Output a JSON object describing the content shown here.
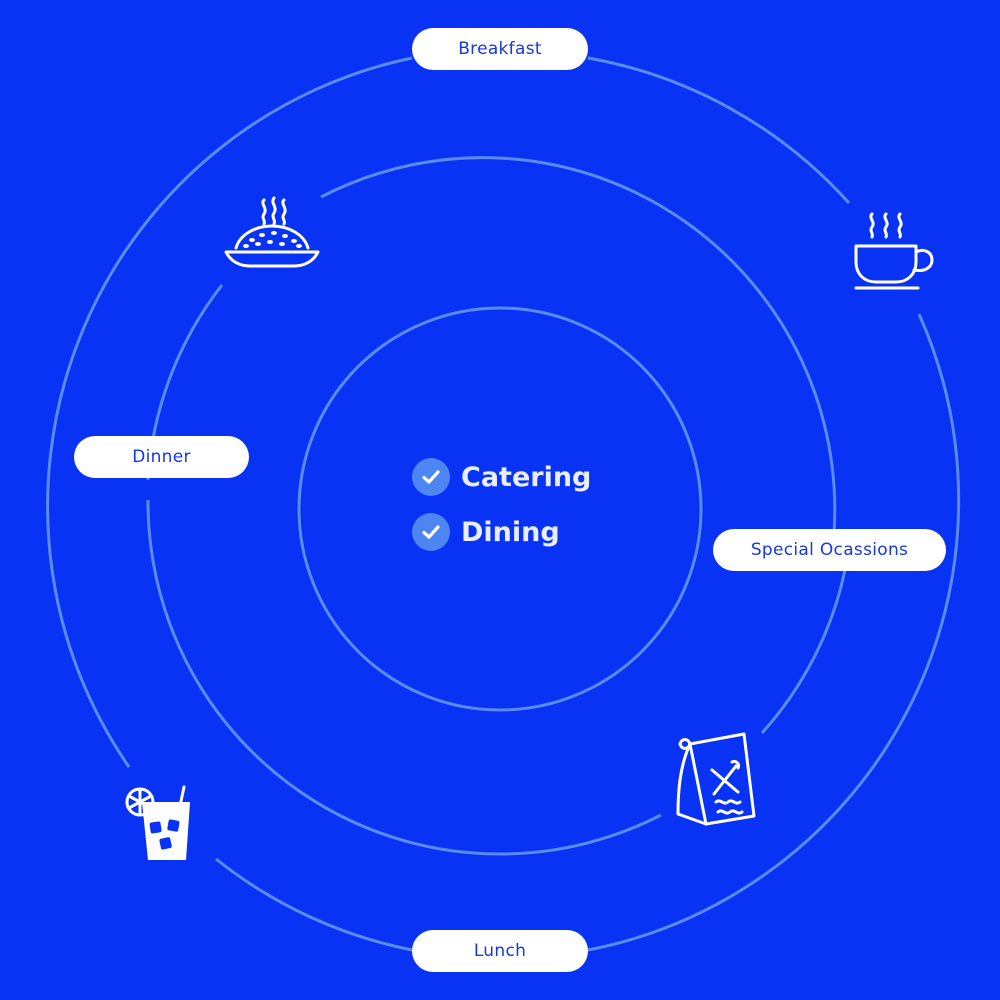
{
  "background_color": "#0833F5",
  "ring_color": "#5A8CF0",
  "labels": {
    "top": "Breakfast",
    "left": "Dinner",
    "right": "Special Ocassions",
    "bottom": "Lunch"
  },
  "center": {
    "items": [
      {
        "label": "Catering",
        "icon": "check-circle-icon"
      },
      {
        "label": "Dining",
        "icon": "check-circle-icon"
      }
    ]
  },
  "icons": [
    "steaming-rice-dish-icon",
    "coffee-cup-icon",
    "iced-drink-icon",
    "takeaway-bag-icon"
  ]
}
